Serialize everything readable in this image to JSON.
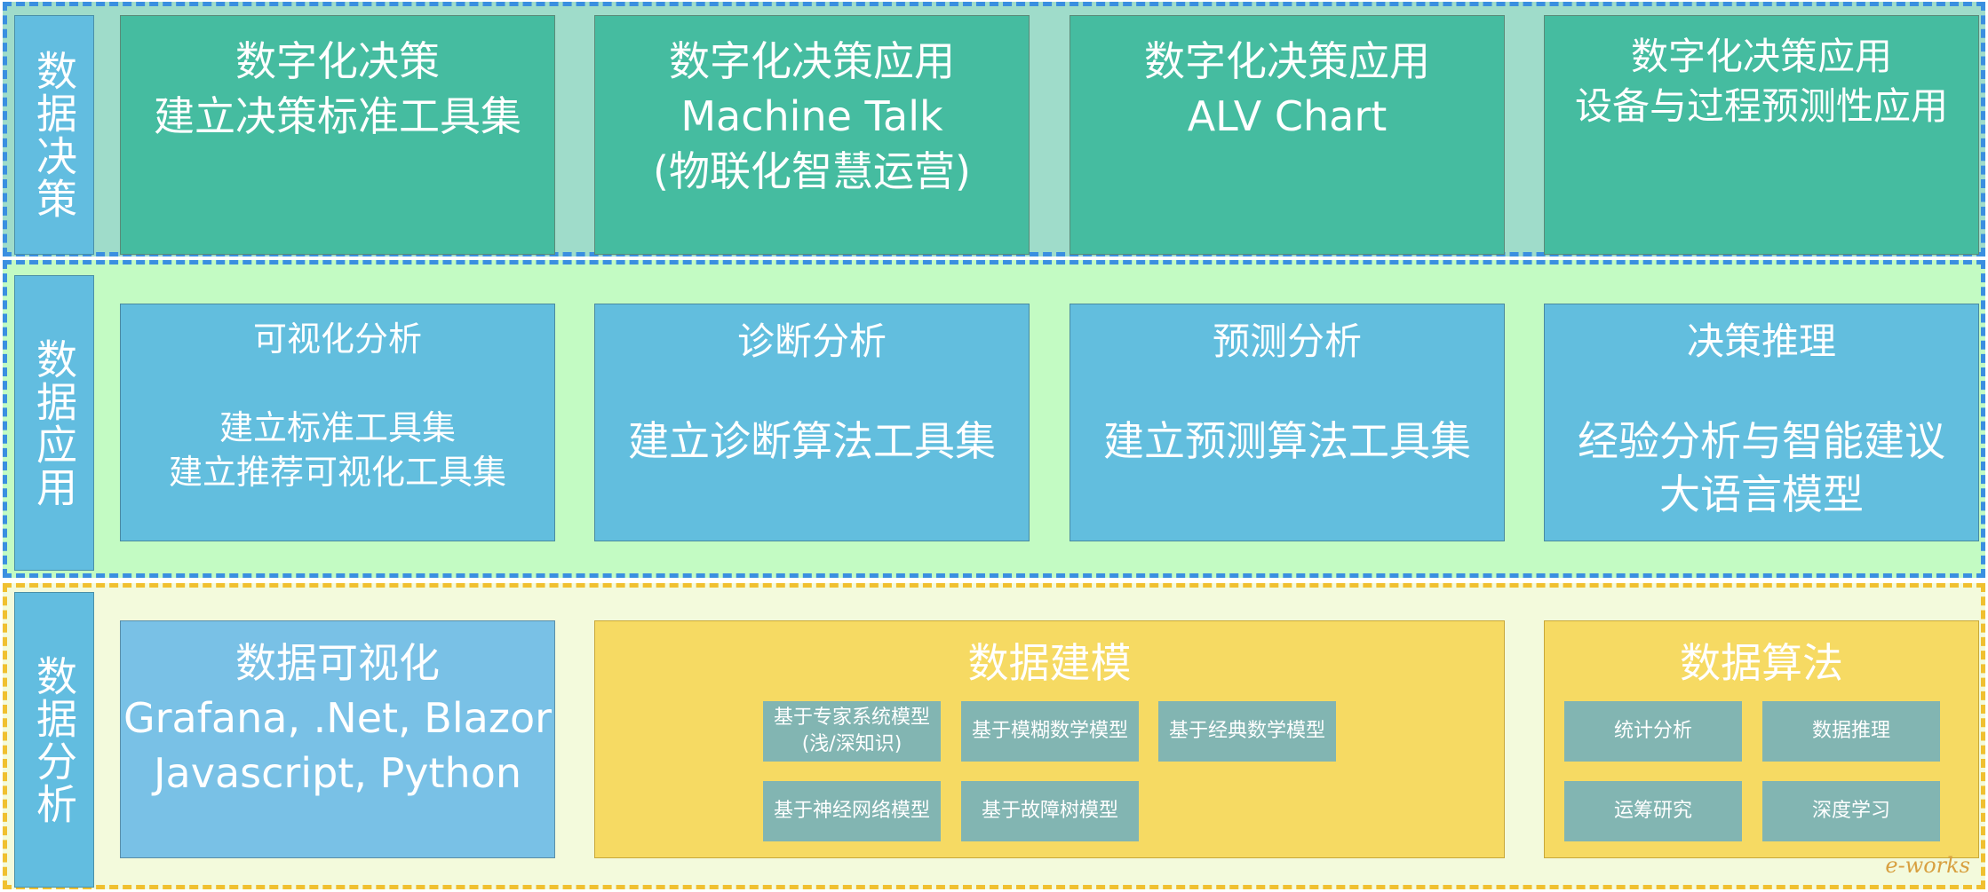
{
  "layers": {
    "decision": {
      "label": "数据决策",
      "boxes": [
        {
          "lines": [
            "数字化决策",
            "建立决策标准工具集"
          ]
        },
        {
          "lines": [
            "数字化决策应用",
            "Machine Talk",
            "(物联化智慧运营)"
          ]
        },
        {
          "lines": [
            "数字化决策应用",
            "ALV Chart"
          ]
        },
        {
          "lines": [
            "数字化决策应用",
            "设备与过程预测性应用"
          ]
        }
      ]
    },
    "application": {
      "label": "数据应用",
      "boxes": [
        {
          "title": "可视化分析",
          "lines": [
            "建立标准工具集",
            "建立推荐可视化工具集"
          ]
        },
        {
          "title": "诊断分析",
          "lines": [
            "建立诊断算法工具集"
          ]
        },
        {
          "title": "预测分析",
          "lines": [
            "建立预测算法工具集"
          ]
        },
        {
          "title": "决策推理",
          "lines": [
            "经验分析与智能建议",
            "大语言模型"
          ]
        }
      ]
    },
    "analysis": {
      "label": "数据分析",
      "visualization": {
        "title": "数据可视化",
        "lines": [
          "Grafana, .Net, Blazor",
          "Javascript, Python"
        ]
      },
      "modeling": {
        "title": "数据建模",
        "chips": [
          {
            "line1": "基于专家系统模型",
            "line2": "(浅/深知识)"
          },
          {
            "line1": "基于模糊数学模型",
            "line2": ""
          },
          {
            "line1": "基于经典数学模型",
            "line2": ""
          },
          {
            "line1": "基于神经网络模型",
            "line2": ""
          },
          {
            "line1": "基于故障树模型",
            "line2": ""
          }
        ]
      },
      "algorithms": {
        "title": "数据算法",
        "chips": [
          "统计分析",
          "数据推理",
          "运筹研究",
          "深度学习"
        ]
      }
    }
  },
  "watermark": "e-works",
  "colors": {
    "decision_bg": "#9fdcca",
    "application_bg": "#c3fbc3",
    "analysis_bg": "#f3fadc",
    "dashed_blue": "#3a8fe0",
    "dashed_yellow": "#f0c030",
    "green_box": "#45bca0",
    "blue_box": "#62bede",
    "yellow_box": "#f6da63",
    "chip": "#82b5b2"
  }
}
